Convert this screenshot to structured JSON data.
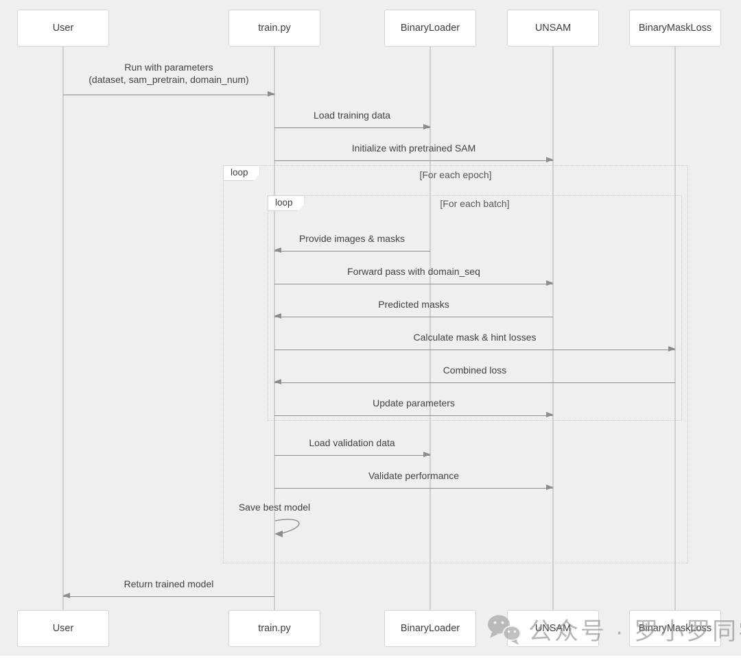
{
  "participants": [
    {
      "label": "User"
    },
    {
      "label": "train.py"
    },
    {
      "label": "BinaryLoader"
    },
    {
      "label": "UNSAM"
    },
    {
      "label": "BinaryMaskLoss"
    }
  ],
  "messages": [
    {
      "text": "Run with parameters",
      "text2": "(dataset, sam_pretrain, domain_num)",
      "from": "User",
      "to": "train.py"
    },
    {
      "text": "Load training data",
      "from": "train.py",
      "to": "BinaryLoader"
    },
    {
      "text": "Initialize with pretrained SAM",
      "from": "train.py",
      "to": "UNSAM"
    },
    {
      "text": "Provide images & masks",
      "from": "BinaryLoader",
      "to": "train.py"
    },
    {
      "text": "Forward pass with domain_seq",
      "from": "train.py",
      "to": "UNSAM"
    },
    {
      "text": "Predicted masks",
      "from": "UNSAM",
      "to": "train.py"
    },
    {
      "text": "Calculate mask & hint losses",
      "from": "train.py",
      "to": "BinaryMaskLoss"
    },
    {
      "text": "Combined loss",
      "from": "BinaryMaskLoss",
      "to": "train.py"
    },
    {
      "text": "Update parameters",
      "from": "train.py",
      "to": "UNSAM"
    },
    {
      "text": "Load validation data",
      "from": "train.py",
      "to": "BinaryLoader"
    },
    {
      "text": "Validate performance",
      "from": "train.py",
      "to": "UNSAM"
    },
    {
      "text": "Save best model",
      "from": "train.py",
      "to": "train.py"
    },
    {
      "text": "Return trained model",
      "from": "train.py",
      "to": "User"
    }
  ],
  "loops": [
    {
      "label": "loop",
      "condition": "[For each epoch]"
    },
    {
      "label": "loop",
      "condition": "[For each batch]"
    }
  ],
  "watermark": {
    "text": "公众号 · 罗小罗同学",
    "icon": "wechat-icon"
  },
  "colors": {
    "background": "#f0efed",
    "box_fill": "#ffffff",
    "box_border": "#d4d4d1",
    "arrow": "#8d8d8d",
    "lifeline": "#cfcfcc",
    "text": "#3d3d3d",
    "loop_border": "#c8c8c5",
    "loop_condition_text": "#555555",
    "watermark": "#8b8b8b"
  }
}
